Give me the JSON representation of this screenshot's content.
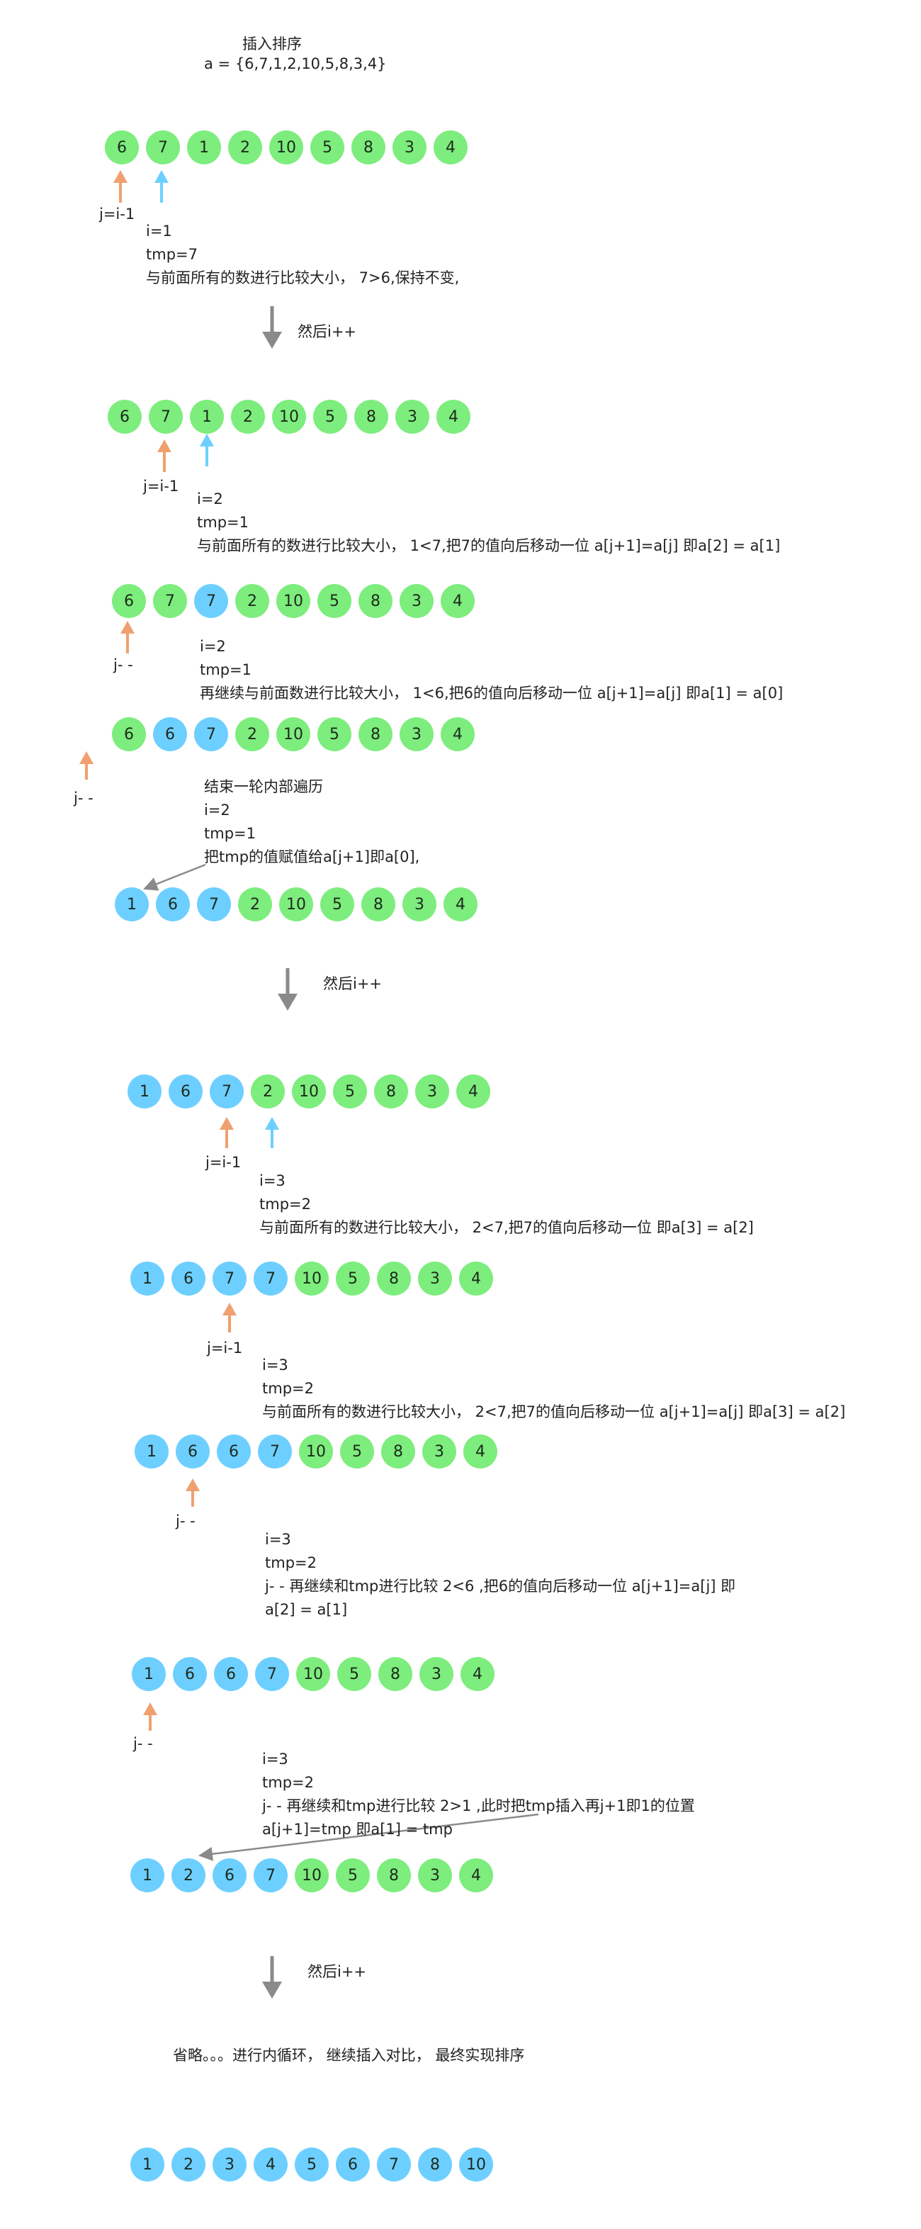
{
  "title": "插入排序",
  "array_def": "a = {6,7,1,2,10,5,8,3,4}",
  "pointer_labels": {
    "j_i_minus_1": "j=i-1",
    "j_minus": "j- -"
  },
  "step_labels": {
    "then_i_plus": "然后i++"
  },
  "notes": {
    "n1": [
      "i=1",
      "tmp=7",
      "与前面所有的数进行比较大小， 7>6,保持不变,"
    ],
    "n2": [
      "i=2",
      "tmp=1",
      "与前面所有的数进行比较大小， 1<7,把7的值向后移动一位   a[j+1]=a[j]  即a[2] = a[1]"
    ],
    "n3": [
      "i=2",
      "tmp=1",
      "再继续与前面数进行比较大小， 1<6,把6的值向后移动一位   a[j+1]=a[j]  即a[1] = a[0]"
    ],
    "n4": [
      "结束一轮内部遍历",
      "i=2",
      "tmp=1",
      "把tmp的值赋值给a[j+1]即a[0],"
    ],
    "n5": [
      "i=3",
      "tmp=2",
      "与前面所有的数进行比较大小， 2<7,把7的值向后移动一位 即a[3] = a[2]"
    ],
    "n6": [
      "i=3",
      "tmp=2",
      "与前面所有的数进行比较大小， 2<7,把7的值向后移动一位   a[j+1]=a[j]  即a[3] = a[2]"
    ],
    "n7": [
      "i=3",
      "tmp=2",
      "j- - 再继续和tmp进行比较 2<6 ,把6的值向后移动一位 a[j+1]=a[j] 即",
      "a[2] = a[1]"
    ],
    "n8": [
      "i=3",
      "tmp=2",
      "j- - 再继续和tmp进行比较 2>1 ,此时把tmp插入再j+1即1的位置",
      "a[j+1]=tmp 即a[1] = tmp"
    ],
    "final": [
      "省略。。。进行内循环， 继续插入对比， 最终实现排序"
    ]
  },
  "rows": [
    {
      "values": [
        "6",
        "7",
        "1",
        "2",
        "10",
        "5",
        "8",
        "3",
        "4"
      ],
      "colors": [
        "g",
        "g",
        "g",
        "g",
        "g",
        "g",
        "g",
        "g",
        "g"
      ]
    },
    {
      "values": [
        "6",
        "7",
        "1",
        "2",
        "10",
        "5",
        "8",
        "3",
        "4"
      ],
      "colors": [
        "g",
        "g",
        "g",
        "g",
        "g",
        "g",
        "g",
        "g",
        "g"
      ]
    },
    {
      "values": [
        "6",
        "7",
        "7",
        "2",
        "10",
        "5",
        "8",
        "3",
        "4"
      ],
      "colors": [
        "g",
        "g",
        "b",
        "g",
        "g",
        "g",
        "g",
        "g",
        "g"
      ]
    },
    {
      "values": [
        "6",
        "6",
        "7",
        "2",
        "10",
        "5",
        "8",
        "3",
        "4"
      ],
      "colors": [
        "g",
        "b",
        "b",
        "g",
        "g",
        "g",
        "g",
        "g",
        "g"
      ]
    },
    {
      "values": [
        "1",
        "6",
        "7",
        "2",
        "10",
        "5",
        "8",
        "3",
        "4"
      ],
      "colors": [
        "b",
        "b",
        "b",
        "g",
        "g",
        "g",
        "g",
        "g",
        "g"
      ]
    },
    {
      "values": [
        "1",
        "6",
        "7",
        "2",
        "10",
        "5",
        "8",
        "3",
        "4"
      ],
      "colors": [
        "b",
        "b",
        "b",
        "g",
        "g",
        "g",
        "g",
        "g",
        "g"
      ]
    },
    {
      "values": [
        "1",
        "6",
        "7",
        "7",
        "10",
        "5",
        "8",
        "3",
        "4"
      ],
      "colors": [
        "b",
        "b",
        "b",
        "b",
        "g",
        "g",
        "g",
        "g",
        "g"
      ]
    },
    {
      "values": [
        "1",
        "6",
        "6",
        "7",
        "10",
        "5",
        "8",
        "3",
        "4"
      ],
      "colors": [
        "b",
        "b",
        "b",
        "b",
        "g",
        "g",
        "g",
        "g",
        "g"
      ]
    },
    {
      "values": [
        "1",
        "6",
        "6",
        "7",
        "10",
        "5",
        "8",
        "3",
        "4"
      ],
      "colors": [
        "b",
        "b",
        "b",
        "b",
        "g",
        "g",
        "g",
        "g",
        "g"
      ]
    },
    {
      "values": [
        "1",
        "2",
        "6",
        "7",
        "10",
        "5",
        "8",
        "3",
        "4"
      ],
      "colors": [
        "b",
        "b",
        "b",
        "b",
        "g",
        "g",
        "g",
        "g",
        "g"
      ]
    },
    {
      "values": [
        "1",
        "2",
        "3",
        "4",
        "5",
        "6",
        "7",
        "8",
        "10"
      ],
      "colors": [
        "b",
        "b",
        "b",
        "b",
        "b",
        "b",
        "b",
        "b",
        "b"
      ]
    }
  ],
  "colors": {
    "green": "#7ded7d",
    "blue": "#6dcfff",
    "orange_arrow": "#f0a070",
    "blue_arrow": "#6dcfff",
    "gray_arrow": "#8a8a8a"
  }
}
